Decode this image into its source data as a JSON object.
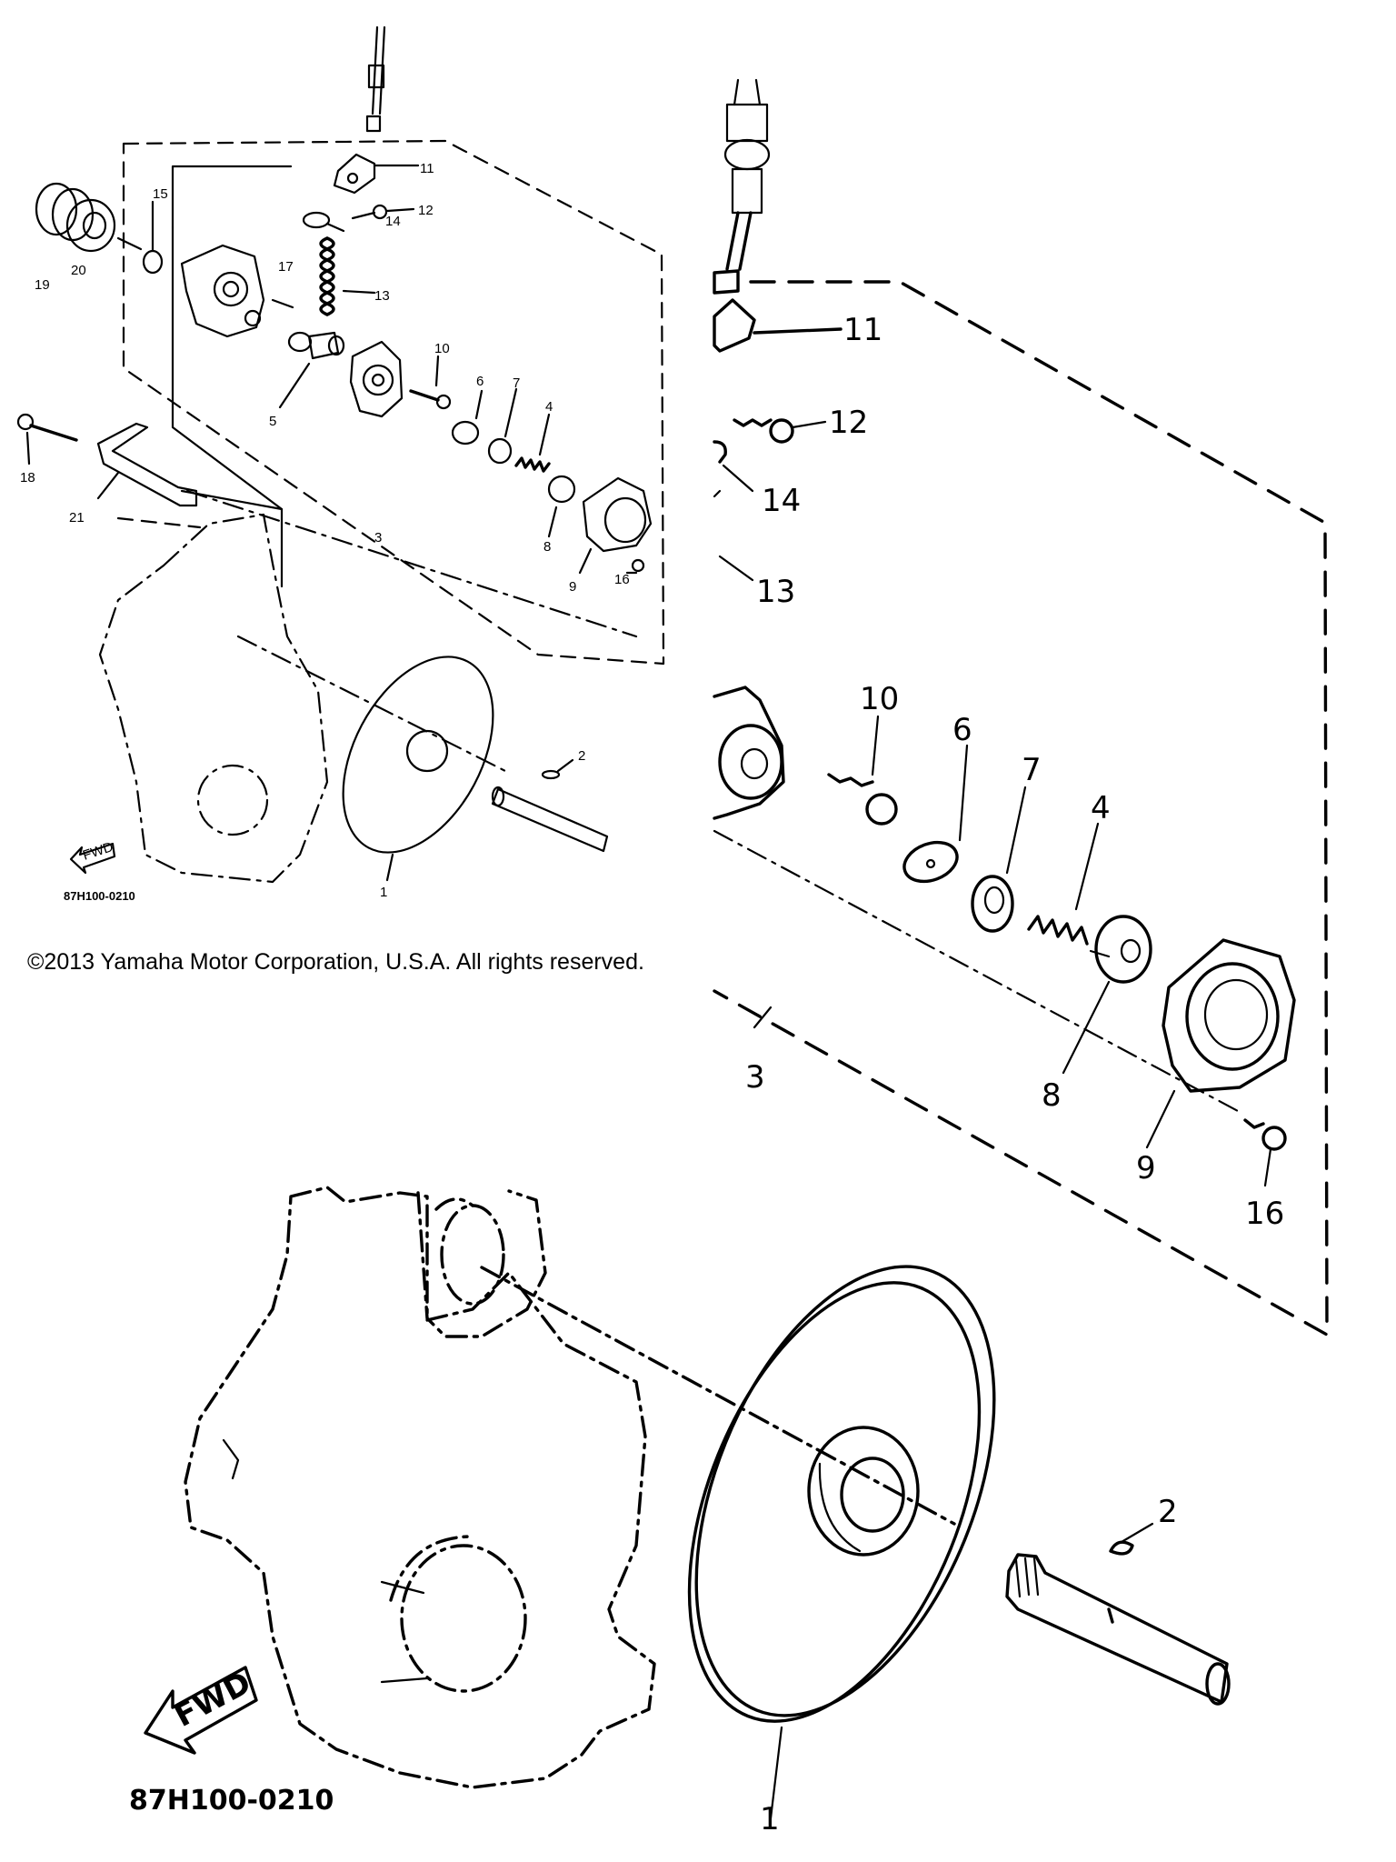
{
  "copyright": "©2013 Yamaha Motor Corporation, U.S.A. All rights reserved.",
  "diagram_code": "87H100-0210",
  "fwd_label": "FWD",
  "overview_labels": {
    "p1": "1",
    "p2": "2",
    "p3": "3",
    "p4": "4",
    "p5": "5",
    "p6": "6",
    "p7": "7",
    "p8": "8",
    "p9": "9",
    "p10": "10",
    "p11": "11",
    "p12": "12",
    "p13": "13",
    "p14": "14",
    "p15": "15",
    "p16": "16",
    "p17": "17",
    "p18": "18",
    "p19": "19",
    "p20": "20",
    "p21": "21"
  },
  "detail_upper_labels": {
    "p3": "3",
    "p4": "4",
    "p6": "6",
    "p7": "7",
    "p8": "8",
    "p9": "9",
    "p10": "10",
    "p11": "11",
    "p12": "12",
    "p13": "13",
    "p14": "14",
    "p16": "16"
  },
  "detail_lower_labels": {
    "p1": "1",
    "p2": "2"
  }
}
